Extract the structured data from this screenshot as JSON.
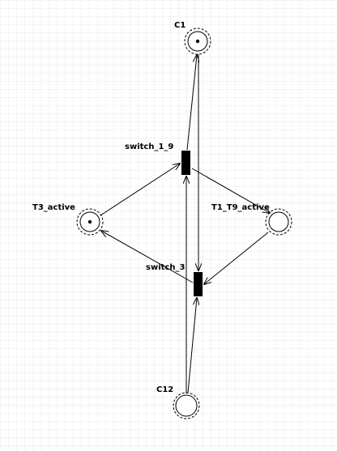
{
  "diagram": {
    "type": "petri-net",
    "places": [
      {
        "id": "C1",
        "label": "C1",
        "tokens": 1
      },
      {
        "id": "T3_active",
        "label": "T3_active",
        "tokens": 1
      },
      {
        "id": "T1_T9_active",
        "label": "T1_T9_active",
        "tokens": 0
      },
      {
        "id": "C12",
        "label": "C12",
        "tokens": 0
      }
    ],
    "transitions": [
      {
        "id": "switch_1_9",
        "label": "switch_1_9"
      },
      {
        "id": "switch_3",
        "label": "switch_3"
      }
    ],
    "arcs": [
      {
        "from": "T3_active",
        "to": "switch_1_9"
      },
      {
        "from": "switch_1_9",
        "to": "T1_T9_active"
      },
      {
        "from": "switch_1_9",
        "to": "C1"
      },
      {
        "from": "C12",
        "to": "switch_1_9"
      },
      {
        "from": "T1_T9_active",
        "to": "switch_3"
      },
      {
        "from": "switch_3",
        "to": "T3_active"
      },
      {
        "from": "C1",
        "to": "switch_3"
      },
      {
        "from": "C12",
        "to": "switch_3"
      }
    ]
  },
  "colors": {
    "grid": "#e6eaf0",
    "stroke": "#000000",
    "background": "#ffffff"
  }
}
